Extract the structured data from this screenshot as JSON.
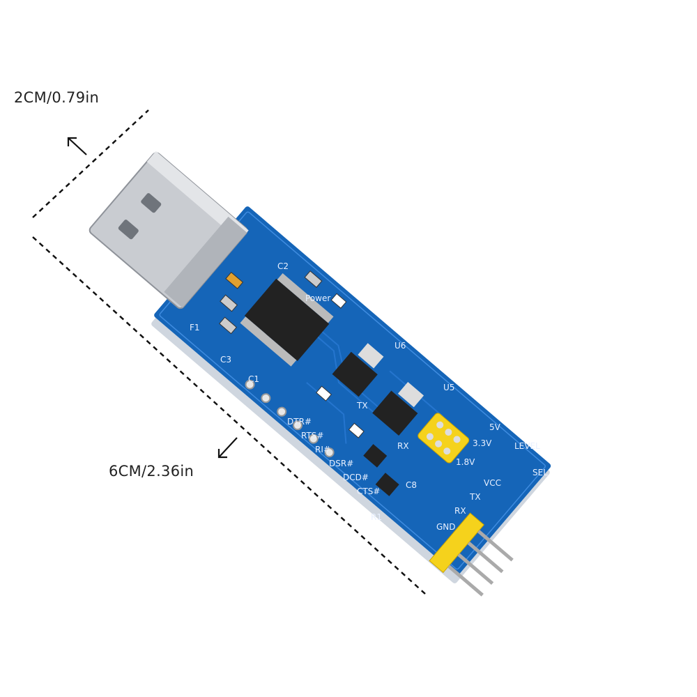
{
  "dimensions": {
    "width_label": "2CM/0.79in",
    "length_label": "6CM/2.36in"
  },
  "board": {
    "pcb_color": "#1565b8",
    "header_color": "#f5d21c",
    "silkscreen": {
      "power": "Power",
      "c2": "C2",
      "f1": "F1",
      "c3": "C3",
      "c1": "C1",
      "u6": "U6",
      "u5": "U5",
      "tx_led": "TX",
      "rx_led": "RX",
      "c8": "C8",
      "r1": "R1",
      "pins": [
        "DTR#",
        "RTS#",
        "RI#",
        "DSR#",
        "DCD#",
        "CTS#"
      ],
      "level": [
        "5V",
        "3.3V",
        "1.8V"
      ],
      "level_title": "LEVEL",
      "sel": "SEL",
      "io": [
        "VCC",
        "TX",
        "RX",
        "GND"
      ]
    }
  }
}
